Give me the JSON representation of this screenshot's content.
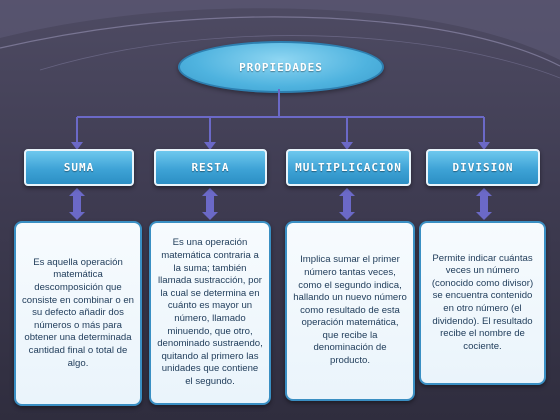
{
  "diagram": {
    "title": "PROPIEDADES",
    "categories": [
      {
        "label": "SUMA",
        "description": "Es aquella operación matemática descomposición que consiste en combinar o en su defecto añadir dos números o más para obtener una determinada cantidad final o total de algo."
      },
      {
        "label": "RESTA",
        "description": "Es una operación matemática contraria a la suma; también llamada sustracción, por la cual se determina en cuánto es mayor un número, llamado minuendo, que otro, denominado sustraendo, quitando al primero las unidades que contiene el segundo."
      },
      {
        "label": "MULTIPLICACION",
        "description": "Implica sumar el primer número tantas veces, como el segundo indica, hallando un nuevo número como resultado de esta operación matemática, que recibe la denominación de producto."
      },
      {
        "label": "DIVISION",
        "description": "Permite indicar cuántas veces un número (conocido como divisor) se encuentra contenido en otro número (el dividendo). El resultado recibe el nombre de cociente."
      }
    ]
  },
  "colors": {
    "accent": "#3ea3d6",
    "connector": "#6b69c7",
    "text_dark": "#1e3b59"
  }
}
